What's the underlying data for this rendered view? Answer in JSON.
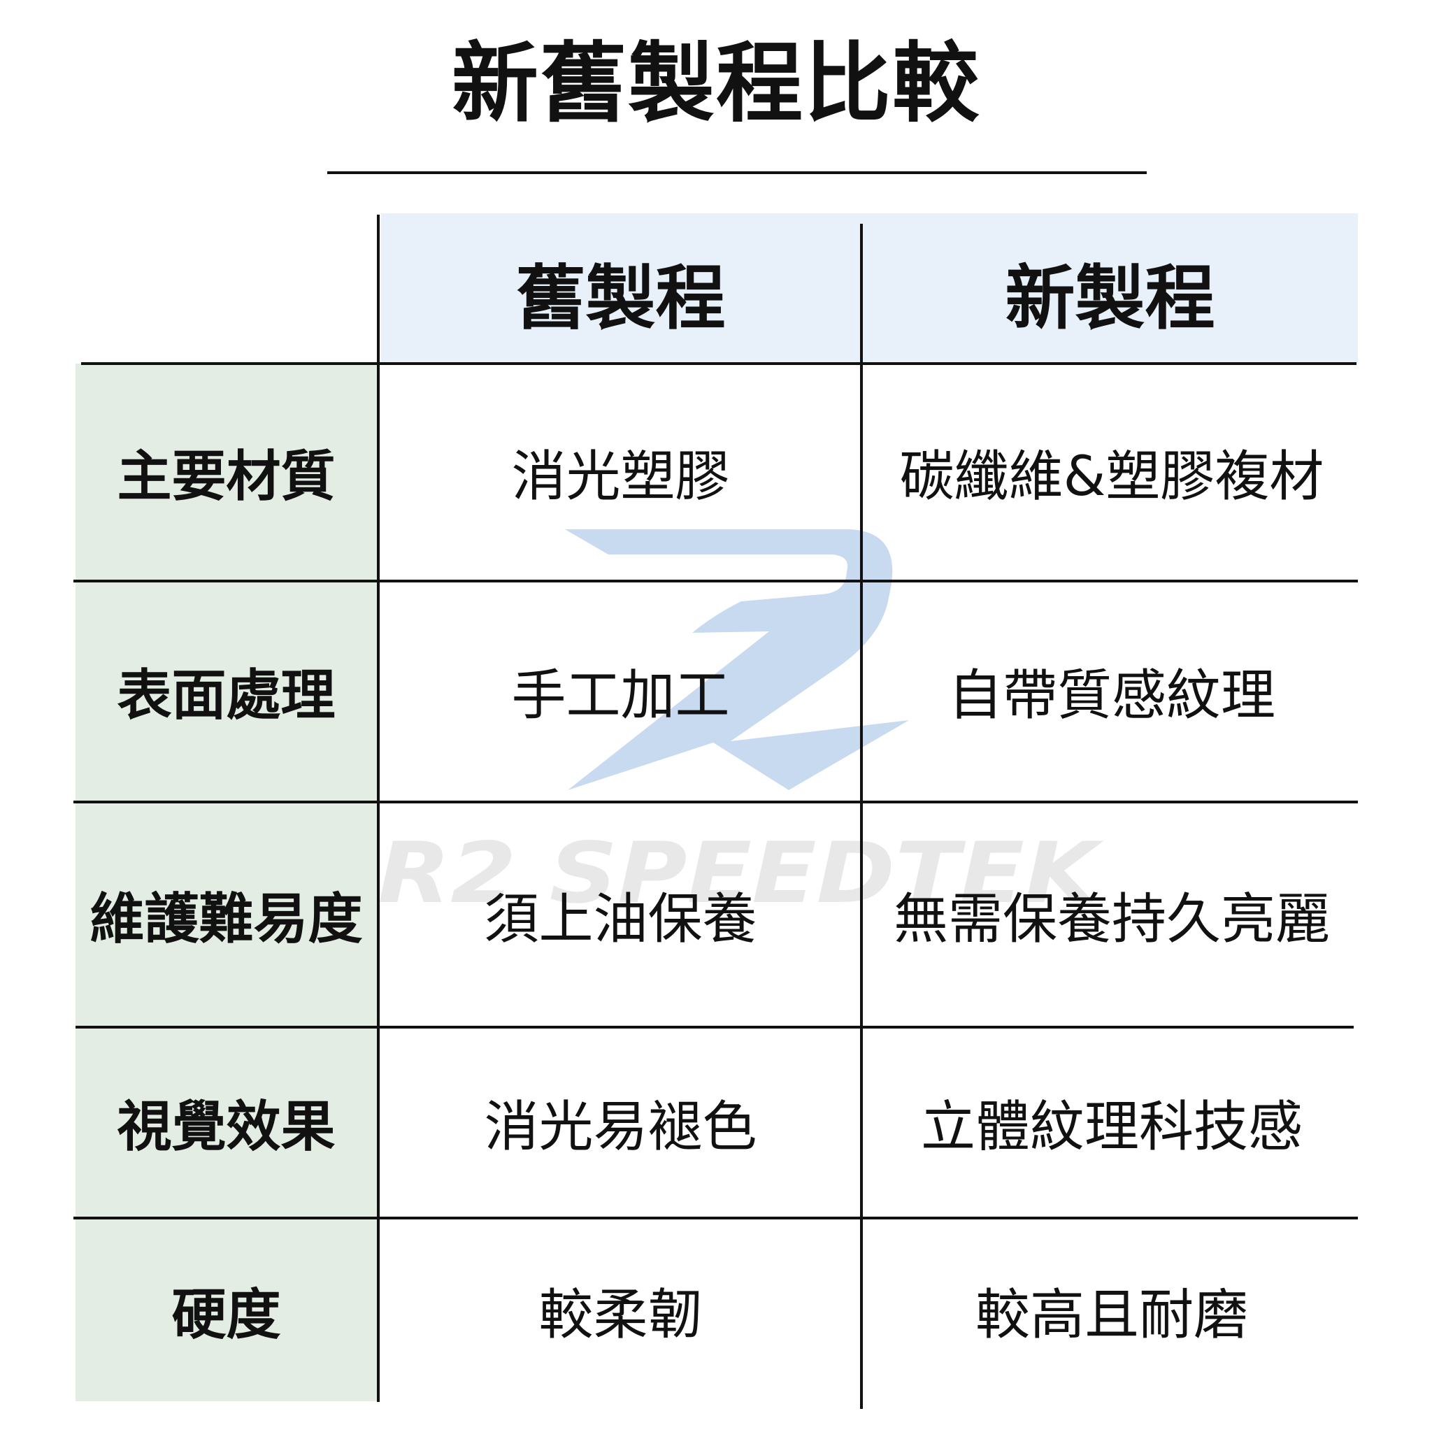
{
  "title": "新舊製程比較",
  "colors": {
    "header_bg": "#e8f1fa",
    "label_bg": "#e3ede3",
    "watermark": "#bed4ec",
    "watermark_text": "#e8e8e8",
    "lines": "#111111"
  },
  "watermark": {
    "text": "R2 SPEEDTEK",
    "logo": "r2-logo"
  },
  "table": {
    "columns": [
      "舊製程",
      "新製程"
    ],
    "rows": [
      {
        "label": "主要材質",
        "old": "消光塑膠",
        "new": "碳纖維&塑膠複材"
      },
      {
        "label": "表面處理",
        "old": "手工加工",
        "new": "自帶質感紋理"
      },
      {
        "label": "維護難易度",
        "old": "須上油保養",
        "new": "無需保養持久亮麗"
      },
      {
        "label": "視覺效果",
        "old": "消光易褪色",
        "new": "立體紋理科技感"
      },
      {
        "label": "硬度",
        "old": "較柔韌",
        "new": "較高且耐磨"
      }
    ]
  }
}
